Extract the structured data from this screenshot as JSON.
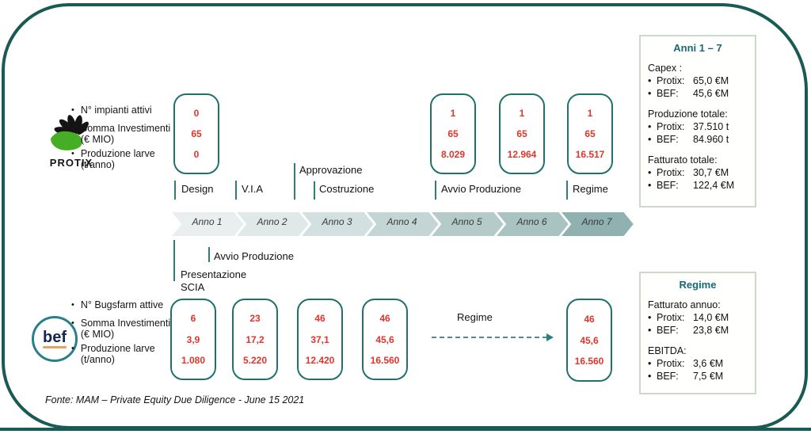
{
  "colors": {
    "frame_border": "#1a5a55",
    "box_border": "#20706d",
    "value_red": "#e0352b",
    "tick_teal": "#2e7d79",
    "panel_border": "#ccd9c8",
    "panel_title_teal": "#156a77",
    "protix_green": "#46ae24",
    "bef_navy": "#16264d",
    "bef_circle": "#2a7f8a"
  },
  "protix": {
    "logo_text": "PROTIX",
    "metrics": [
      "N° impianti attivi",
      "Somma Investimenti\n(€ MIO)",
      "Produzione larve\n(t/anno)"
    ],
    "boxes": [
      [
        "0",
        "65",
        "0"
      ],
      [
        "1",
        "65",
        "8.029"
      ],
      [
        "1",
        "65",
        "12.964"
      ],
      [
        "1",
        "65",
        "16.517"
      ]
    ]
  },
  "bef": {
    "logo_text": "bef",
    "metrics": [
      "N° Bugsfarm attive",
      "Somma Investimenti\n(€ MIO)",
      "Produzione larve\n(t/anno)"
    ],
    "boxes": [
      [
        "6",
        "3,9",
        "1.080"
      ],
      [
        "23",
        "17,2",
        "5.220"
      ],
      [
        "46",
        "37,1",
        "12.420"
      ],
      [
        "46",
        "45,6",
        "16.560"
      ],
      [
        "46",
        "45,6",
        "16.560"
      ]
    ]
  },
  "milestones_top": {
    "design": "Design",
    "via": "V.I.A",
    "approvazione": "Approvazione",
    "costruzione": "Costruzione",
    "avvio": "Avvio Produzione",
    "regime": "Regime"
  },
  "milestones_bottom": {
    "avvio": "Avvio Produzione",
    "presentazione": "Presentazione\nSCIA",
    "regime": "Regime"
  },
  "timeline": {
    "years": [
      "Anno 1",
      "Anno 2",
      "Anno 3",
      "Anno 4",
      "Anno 5",
      "Anno 6",
      "Anno 7"
    ],
    "colors": [
      "#e9efee",
      "#dfe9e8",
      "#d2e0df",
      "#c3d6d5",
      "#b4cbca",
      "#a8c3c2",
      "#8fb1b0"
    ]
  },
  "panels": {
    "anni": {
      "title": "Anni 1 – 7",
      "sections": [
        {
          "heading": "Capex :",
          "rows": [
            {
              "label": "Protix:",
              "value": "65,0  €M"
            },
            {
              "label": "BEF:",
              "value": "45,6 €M"
            }
          ]
        },
        {
          "heading": "Produzione totale:",
          "rows": [
            {
              "label": "Protix:",
              "value": "37.510 t"
            },
            {
              "label": "BEF:",
              "value": "84.960 t"
            }
          ]
        },
        {
          "heading": "Fatturato totale:",
          "rows": [
            {
              "label": "Protix:",
              "value": "30,7  €M"
            },
            {
              "label": "BEF:",
              "value": "122,4 €M"
            }
          ]
        }
      ]
    },
    "regime": {
      "title": "Regime",
      "sections": [
        {
          "heading": "Fatturato annuo:",
          "rows": [
            {
              "label": "Protix:",
              "value": "14,0 €M"
            },
            {
              "label": "BEF:",
              "value": "23,8 €M"
            }
          ]
        },
        {
          "heading": "EBITDA:",
          "rows": [
            {
              "label": "Protix:",
              "value": "3,6  €M"
            },
            {
              "label": "BEF:",
              "value": "7,5  €M"
            }
          ]
        }
      ]
    }
  },
  "footer": "Fonte: MAM – Private Equity Due Diligence  - June 15 2021"
}
